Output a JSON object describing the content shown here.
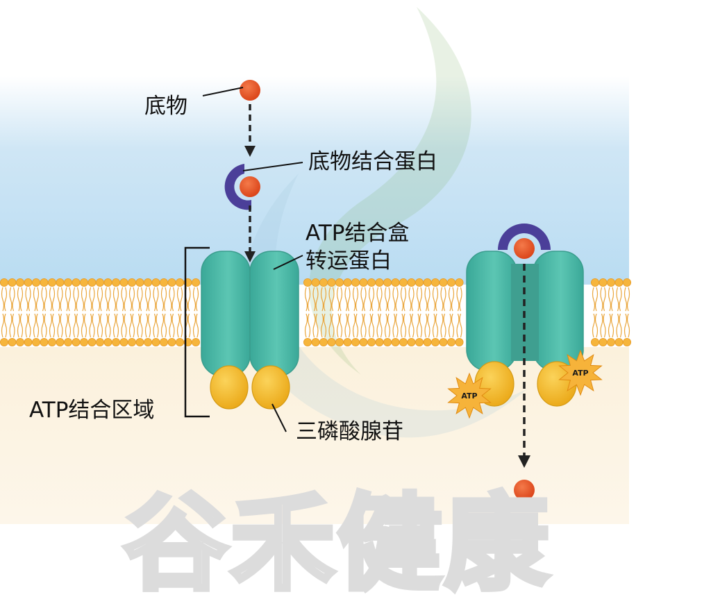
{
  "labels": {
    "substrate": "底物",
    "substrate_binding_protein": "底物结合蛋白",
    "transporter_line1": "ATP结合盒",
    "transporter_line2": "转运蛋白",
    "atp_binding_domain": "ATP结合区域",
    "atp": "三磷酸腺苷",
    "atp_badge": "ATP"
  },
  "watermark": {
    "text": "谷禾健康"
  },
  "colors": {
    "extracellular": "#cfe6f5",
    "cytoplasm": "#fbf1dc",
    "lipid_head": "#f6b53c",
    "transporter": "#4fbcaa",
    "nbd": "#f3b92a",
    "substrate": "#e9552a",
    "binding_protein": "#4b3f99",
    "atp_star": "#f6b33a"
  }
}
